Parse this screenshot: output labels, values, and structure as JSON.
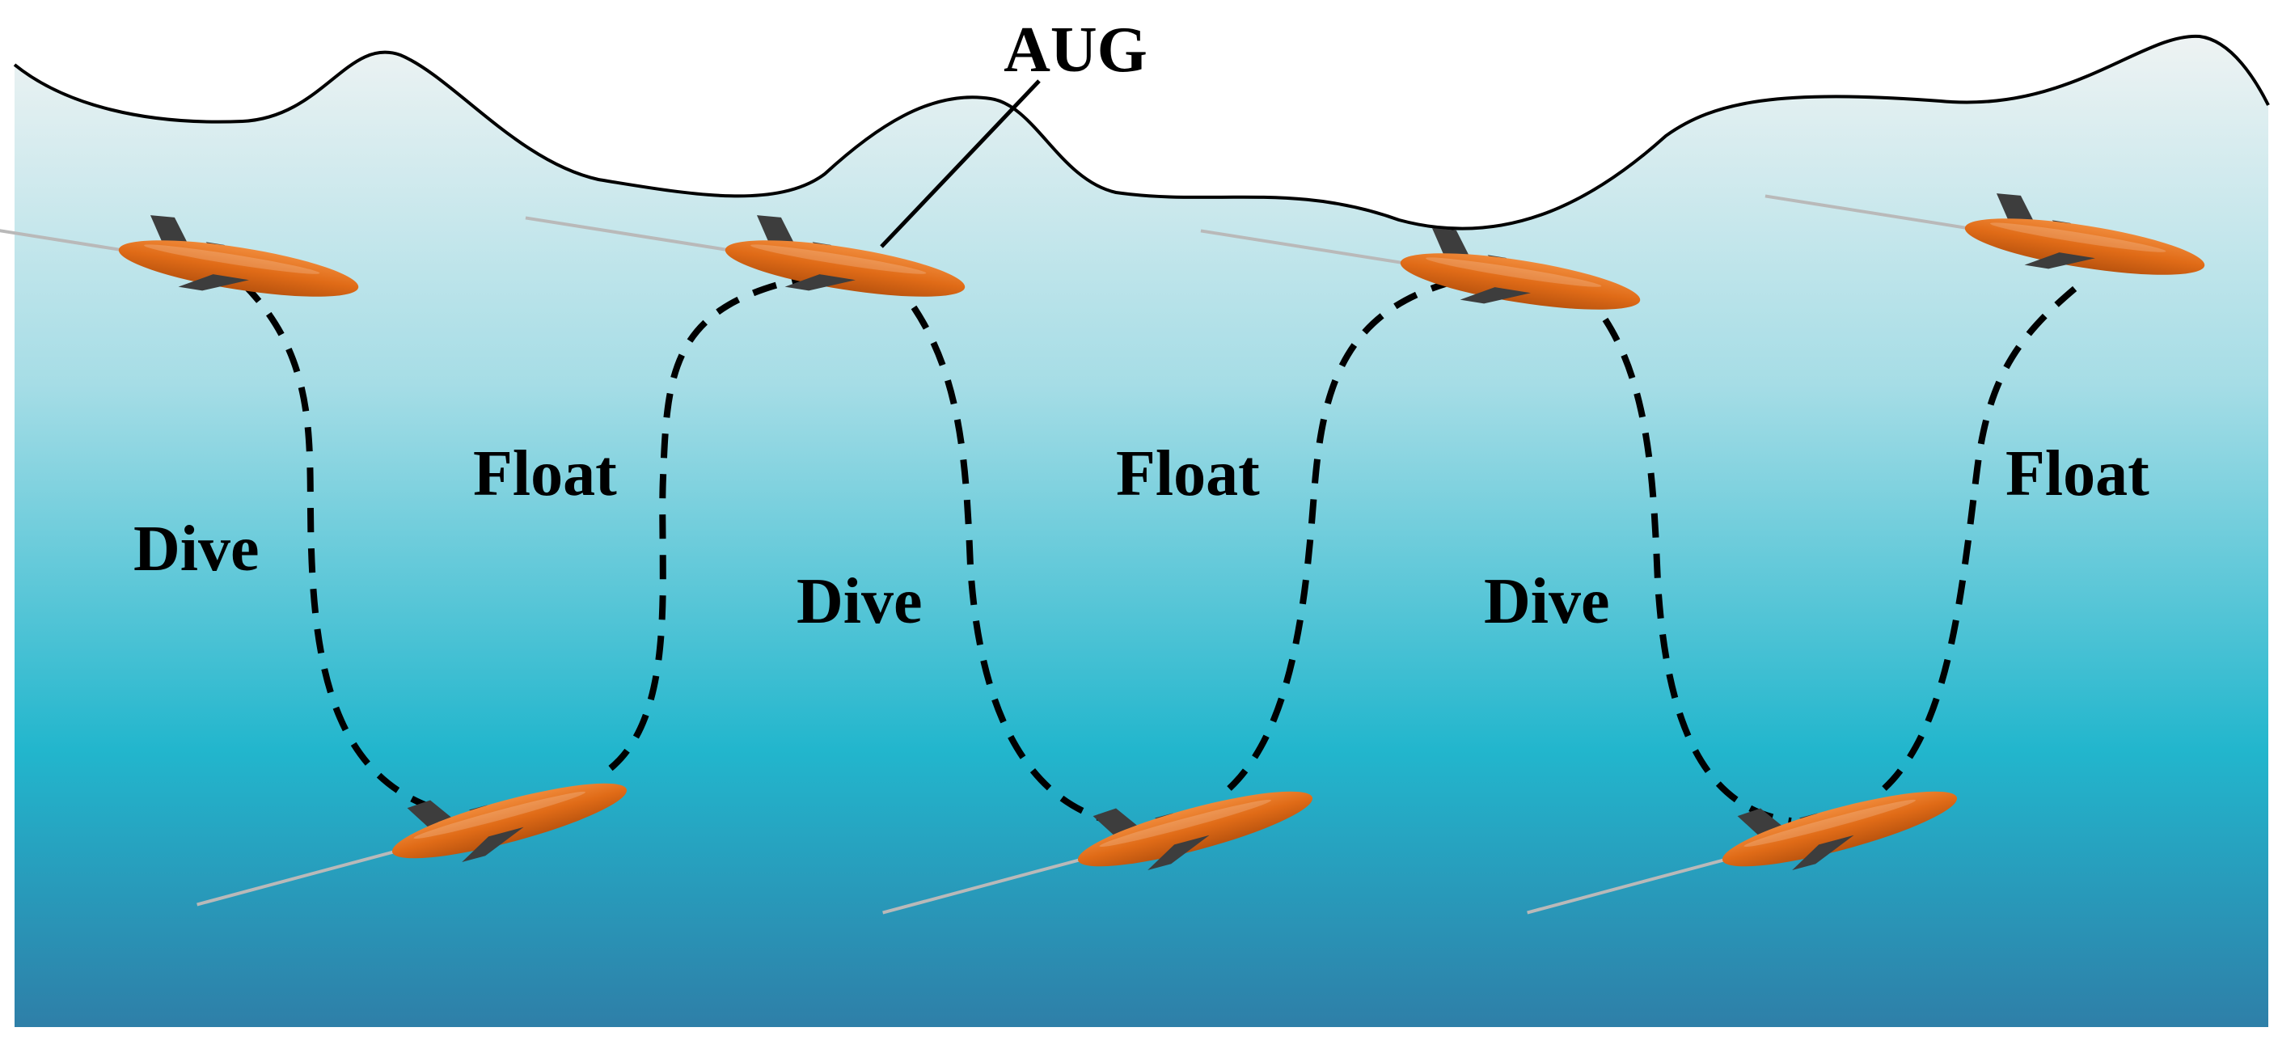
{
  "callout_label": "AUG",
  "phase_labels": {
    "float_1": "Float",
    "float_2": "Float",
    "float_3": "Float",
    "dive_1": "Dive",
    "dive_2": "Dive",
    "dive_3": "Dive"
  },
  "colors": {
    "water_top": "#eef3f3",
    "water_mid": "#22b6cd",
    "water_bottom": "#2e7fa8",
    "glider_body": "#e06b17",
    "glider_fin": "#3d3d3d",
    "antenna": "#b9b9b9",
    "trajectory": "#000000"
  },
  "icons": {
    "glider": "underwater-glider-icon"
  }
}
